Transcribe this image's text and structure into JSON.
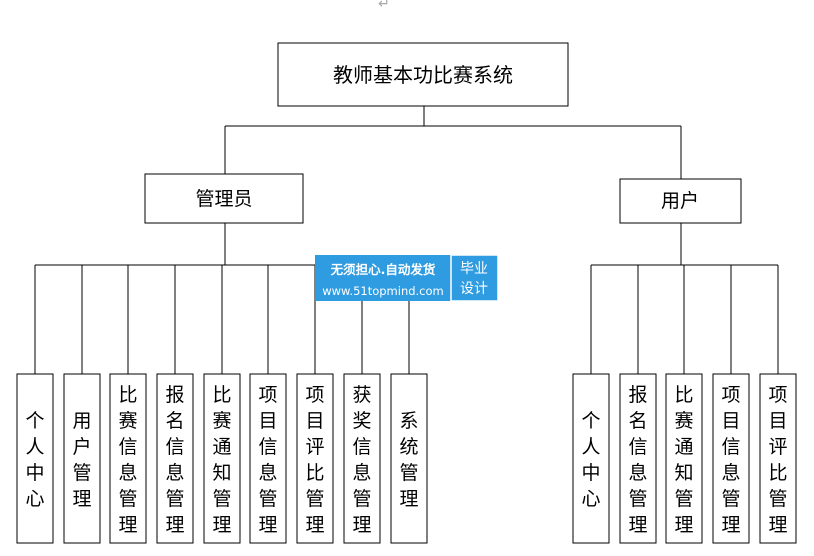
{
  "root": {
    "label": "教师基本功比赛系统"
  },
  "branches": [
    {
      "label": "管理员",
      "children": [
        "个人中心",
        "用户管理",
        "比赛信息管理",
        "报名信息管理",
        "比赛通知管理",
        "项目信息管理",
        "项目评比管理",
        "获奖信息管理",
        "系统管理"
      ]
    },
    {
      "label": "用户",
      "children": [
        "个人中心",
        "报名信息管理",
        "比赛通知管理",
        "项目信息管理",
        "项目评比管理"
      ]
    }
  ],
  "watermark": {
    "line1": "无须担心.自动发货",
    "line2": "www.51topmind.com",
    "side": "毕业设计",
    "color": "#2f9be0"
  },
  "return_mark": "↵"
}
